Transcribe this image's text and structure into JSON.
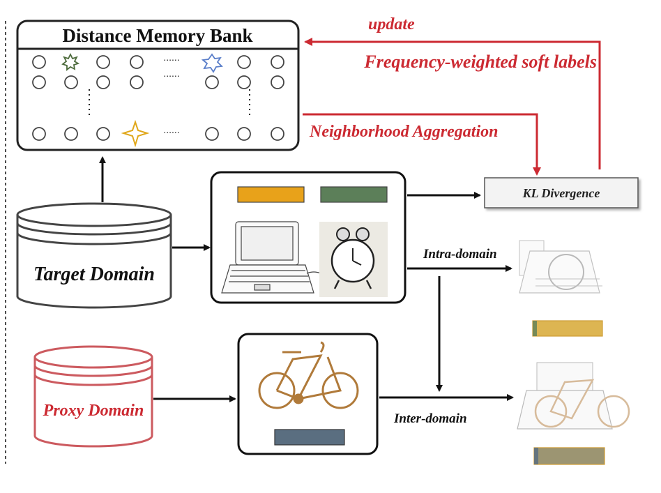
{
  "memory_bank": {
    "title": "Distance Memory Bank",
    "ellipsis": "......"
  },
  "labels": {
    "update": "update",
    "soft_labels": "Frequency-weighted soft labels",
    "neighborhood": "Neighborhood Aggregation",
    "kl": "KL Divergence",
    "target": "Target Domain",
    "proxy": "Proxy Domain",
    "intra": "Intra-domain",
    "inter": "Inter-domain"
  },
  "colors": {
    "red": "#cc2a32",
    "orange_bar": "#e8a21a",
    "green_bar": "#5c7f59",
    "slate_bar": "#5a6e80",
    "bike": "#b07a3a",
    "star_green": "#4d6b3c",
    "star_blue": "#5a7ec9",
    "star_orange": "#e0a71a"
  },
  "icons": [
    "laptop-sketch",
    "alarm-clock-sketch",
    "bicycle-sketch",
    "mixed-laptop-clock",
    "mixed-laptop-bicycle"
  ]
}
